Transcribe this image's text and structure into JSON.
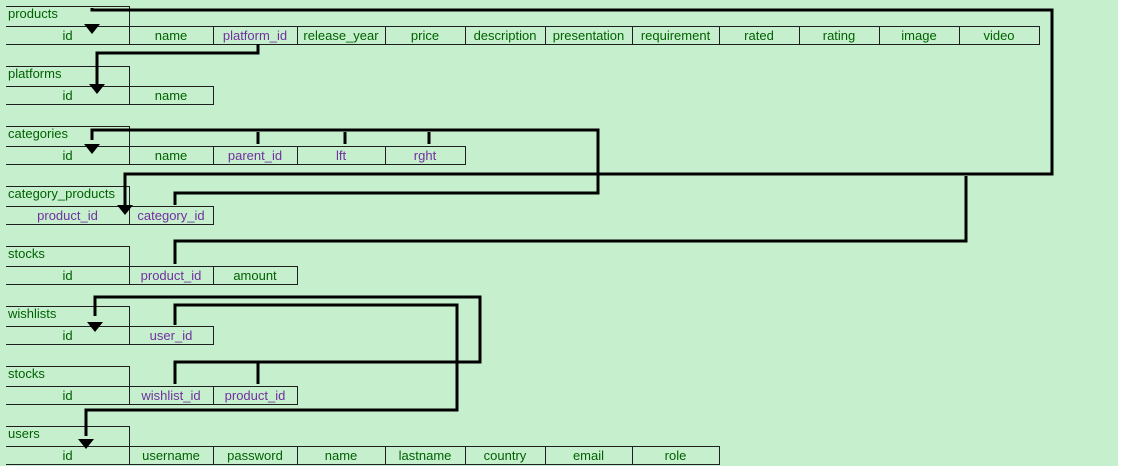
{
  "tables": [
    {
      "key": "products",
      "name": "products",
      "columns": [
        {
          "label": "id",
          "fk": false
        },
        {
          "label": "name",
          "fk": false
        },
        {
          "label": "platform_id",
          "fk": true
        },
        {
          "label": "release_year",
          "fk": false
        },
        {
          "label": "price",
          "fk": false
        },
        {
          "label": "description",
          "fk": false
        },
        {
          "label": "presentation",
          "fk": false
        },
        {
          "label": "requirement",
          "fk": false
        },
        {
          "label": "rated",
          "fk": false
        },
        {
          "label": "rating",
          "fk": false
        },
        {
          "label": "image",
          "fk": false
        },
        {
          "label": "video",
          "fk": false
        }
      ]
    },
    {
      "key": "platforms",
      "name": "platforms",
      "columns": [
        {
          "label": "id",
          "fk": false
        },
        {
          "label": "name",
          "fk": false
        }
      ]
    },
    {
      "key": "categories",
      "name": "categories",
      "columns": [
        {
          "label": "id",
          "fk": false
        },
        {
          "label": "name",
          "fk": false
        },
        {
          "label": "parent_id",
          "fk": true
        },
        {
          "label": "lft",
          "fk": true
        },
        {
          "label": "rght",
          "fk": true
        }
      ]
    },
    {
      "key": "category_products",
      "name": "category_products",
      "columns": [
        {
          "label": "product_id",
          "fk": true
        },
        {
          "label": "category_id",
          "fk": true
        }
      ]
    },
    {
      "key": "stocks",
      "name": "stocks",
      "columns": [
        {
          "label": "id",
          "fk": false
        },
        {
          "label": "product_id",
          "fk": true
        },
        {
          "label": "amount",
          "fk": false
        }
      ]
    },
    {
      "key": "wishlists",
      "name": "wishlists",
      "columns": [
        {
          "label": "id",
          "fk": false
        },
        {
          "label": "user_id",
          "fk": true
        }
      ]
    },
    {
      "key": "stocks_2",
      "name": "stocks",
      "columns": [
        {
          "label": "id",
          "fk": false
        },
        {
          "label": "wishlist_id",
          "fk": true
        },
        {
          "label": "product_id",
          "fk": true
        }
      ]
    },
    {
      "key": "users",
      "name": "users",
      "columns": [
        {
          "label": "id",
          "fk": false
        },
        {
          "label": "username",
          "fk": false
        },
        {
          "label": "password",
          "fk": false
        },
        {
          "label": "name",
          "fk": false
        },
        {
          "label": "lastname",
          "fk": false
        },
        {
          "label": "country",
          "fk": false
        },
        {
          "label": "email",
          "fk": false
        },
        {
          "label": "role",
          "fk": false
        }
      ]
    }
  ],
  "colors": {
    "background": "#c6efce",
    "text": "#006100",
    "foreign_key": "#7030a0",
    "line": "#000000"
  }
}
